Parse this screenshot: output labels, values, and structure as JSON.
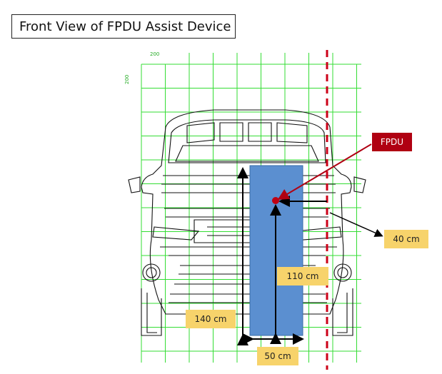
{
  "title": "Front View of FPDU Assist Device",
  "grid": {
    "top_label": "200",
    "side_label": "200",
    "color": "#33dd33"
  },
  "fpdu": {
    "label": "FPDU",
    "color": "#b00012"
  },
  "device": {
    "color": "#5b8fd0"
  },
  "dimensions": {
    "height_total": "140 cm",
    "height_point": "110 cm",
    "width": "50 cm",
    "offset": "40 cm"
  },
  "colors": {
    "label_bg": "#f7d36b",
    "centerline": "#cc0018",
    "vehicle_line": "#111111"
  }
}
